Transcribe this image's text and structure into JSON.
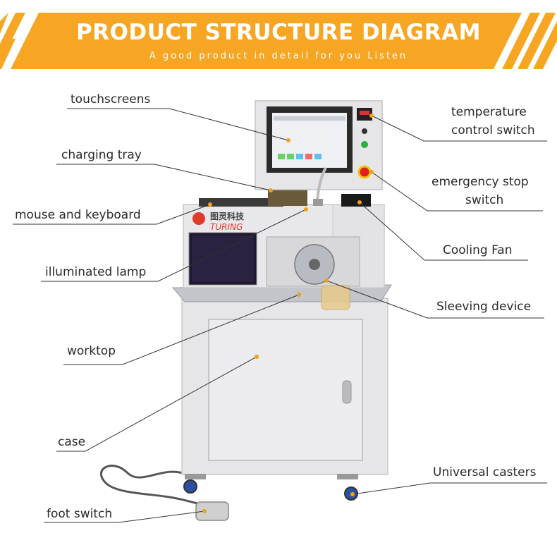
{
  "header": {
    "title": "PRODUCT STRUCTURE DIAGRAM",
    "subtitle": "A good product in detail for you Listen"
  },
  "brand": {
    "chinese": "图灵科技",
    "name": "TURING"
  },
  "labels": {
    "touchscreens": "touchscreens",
    "charging_tray": "charging tray",
    "mouse_keyboard": "mouse and keyboard",
    "illuminated_lamp": "illuminated lamp",
    "worktop": "worktop",
    "case": "case",
    "foot_switch": "foot switch",
    "temperature_1": "temperature",
    "temperature_2": "control switch",
    "emergency_1": "emergency stop",
    "emergency_2": "switch",
    "cooling_fan": "Cooling Fan",
    "sleeving_device": "Sleeving device",
    "universal_casters": "Universal casters"
  },
  "colors": {
    "accent": "#f6a623",
    "dot": "#f0a020",
    "line": "#333333",
    "machine": "#e4e4e6",
    "steel": "#b9bcc0"
  }
}
